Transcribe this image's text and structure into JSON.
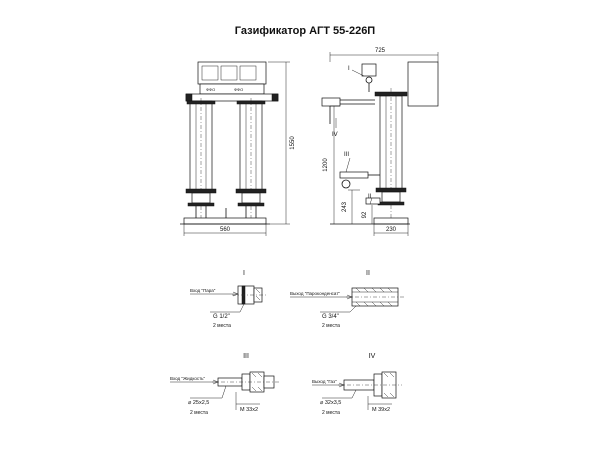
{
  "title": "Газификатор АГТ 55-226П",
  "dims": {
    "front_width": "560",
    "total_height": "1550",
    "side_width": "725",
    "side_h1200": "1200",
    "side_h243": "243",
    "side_h92": "92",
    "side_w230": "230"
  },
  "callouts": {
    "I": "I",
    "II": "II",
    "III": "III",
    "IV": "IV"
  },
  "details": {
    "I": {
      "roman": "I",
      "label": "Вход \"Пара\"",
      "thread": "G 1/2\"",
      "qty": "2 места"
    },
    "II": {
      "roman": "II",
      "label": "Выход \"Пароконденсат\"",
      "thread": "G 3/4\"",
      "qty": "2 места"
    },
    "III": {
      "roman": "III",
      "label": "Вход \"Жидкость\"",
      "pipe": "⌀ 25x2,5",
      "qty": "2 места",
      "thread": "М 33x2"
    },
    "IV": {
      "roman": "IV",
      "label": "Выход \"Газ\"",
      "pipe": "⌀ 32x3,5",
      "qty": "2 места",
      "thread": "М 39x2"
    }
  }
}
